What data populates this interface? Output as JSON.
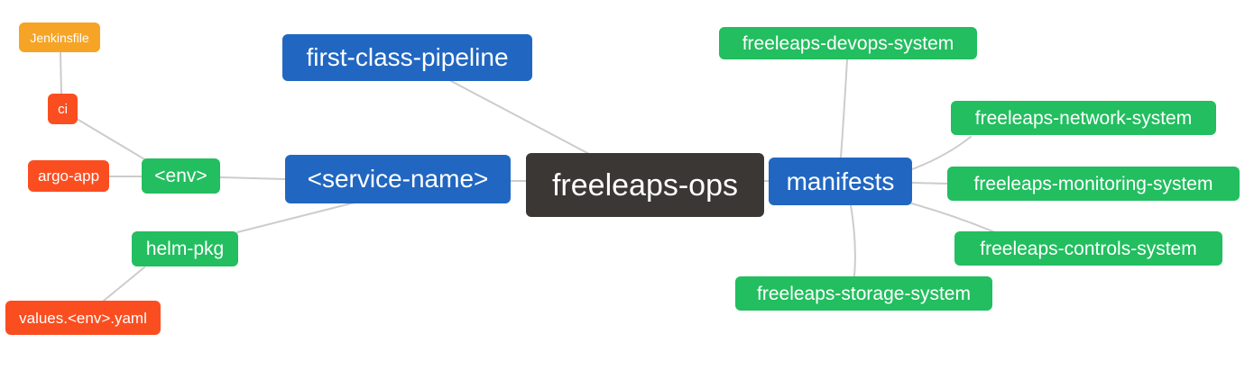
{
  "diagram": {
    "type": "mindmap",
    "root_label": "freeleaps-ops"
  },
  "colors": {
    "root_bg": "#3b3735",
    "level2_bg": "#2167c1",
    "level3_bg": "#22be5f",
    "level4_bg": "#fb4e20",
    "level5_bg": "#f6a426",
    "edge": "#cccccc",
    "text": "#ffffff",
    "background": "#ffffff"
  },
  "nodes": [
    {
      "id": "freeleaps-ops",
      "label": "freeleaps-ops",
      "level": 1,
      "color": "dark"
    },
    {
      "id": "first-class-pipeline",
      "label": "first-class-pipeline",
      "level": 2,
      "color": "blue"
    },
    {
      "id": "service-name",
      "label": "<service-name>",
      "level": 2,
      "color": "blue"
    },
    {
      "id": "manifests",
      "label": "manifests",
      "level": 2,
      "color": "blue"
    },
    {
      "id": "env",
      "label": "<env>",
      "level": 3,
      "color": "green"
    },
    {
      "id": "helm-pkg",
      "label": "helm-pkg",
      "level": 3,
      "color": "green"
    },
    {
      "id": "ci",
      "label": "ci",
      "level": 4,
      "color": "red"
    },
    {
      "id": "argo-app",
      "label": "argo-app",
      "level": 4,
      "color": "red"
    },
    {
      "id": "jenkinsfile",
      "label": "Jenkinsfile",
      "level": 5,
      "color": "orange"
    },
    {
      "id": "values-env-yaml",
      "label": "values.<env>.yaml",
      "level": 4,
      "color": "red"
    },
    {
      "id": "freeleaps-devops-system",
      "label": "freeleaps-devops-system",
      "level": 3,
      "color": "green"
    },
    {
      "id": "freeleaps-network-system",
      "label": "freeleaps-network-system",
      "level": 3,
      "color": "green"
    },
    {
      "id": "freeleaps-monitoring-system",
      "label": "freeleaps-monitoring-system",
      "level": 3,
      "color": "green"
    },
    {
      "id": "freeleaps-controls-system",
      "label": "freeleaps-controls-system",
      "level": 3,
      "color": "green"
    },
    {
      "id": "freeleaps-storage-system",
      "label": "freeleaps-storage-system",
      "level": 3,
      "color": "green"
    }
  ],
  "edges": [
    {
      "from": "jenkinsfile",
      "to": "ci"
    },
    {
      "from": "ci",
      "to": "env"
    },
    {
      "from": "argo-app",
      "to": "env"
    },
    {
      "from": "env",
      "to": "service-name"
    },
    {
      "from": "helm-pkg",
      "to": "service-name"
    },
    {
      "from": "values-env-yaml",
      "to": "helm-pkg"
    },
    {
      "from": "first-class-pipeline",
      "to": "freeleaps-ops"
    },
    {
      "from": "service-name",
      "to": "freeleaps-ops"
    },
    {
      "from": "freeleaps-ops",
      "to": "manifests"
    },
    {
      "from": "manifests",
      "to": "freeleaps-devops-system"
    },
    {
      "from": "manifests",
      "to": "freeleaps-network-system"
    },
    {
      "from": "manifests",
      "to": "freeleaps-monitoring-system"
    },
    {
      "from": "manifests",
      "to": "freeleaps-controls-system"
    },
    {
      "from": "manifests",
      "to": "freeleaps-storage-system"
    }
  ]
}
